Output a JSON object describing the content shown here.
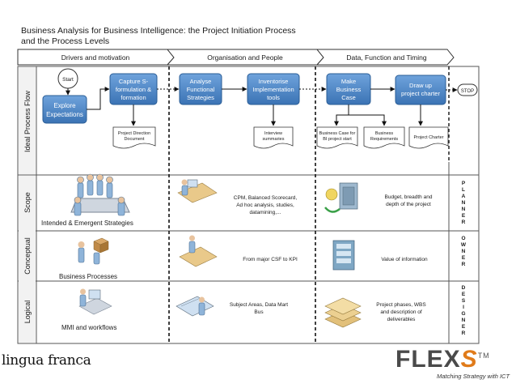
{
  "title": {
    "line1": "Business Analysis for Business Intelligence: the Project Initiation Process",
    "line2": "and the Process Levels"
  },
  "phases": [
    "Drivers and motivation",
    "Organisation and  People",
    "Data, Function and Timing"
  ],
  "rows": {
    "ideal": "Ideal Process Flow",
    "scope": "Scope",
    "conceptual": "Conceptual",
    "logical": "Logical"
  },
  "process": {
    "start": "Start",
    "explore": [
      "Explore",
      "Expectations"
    ],
    "capture": [
      "Capture S-",
      "formulation &",
      "formation"
    ],
    "analyse": [
      "Analyse",
      "Functional",
      "Strategies"
    ],
    "inventorise": [
      "Inventorise",
      "Implementation",
      "tools"
    ],
    "make_case": [
      "Make",
      "Business",
      "Case"
    ],
    "charter": [
      "Draw up",
      "project charter"
    ],
    "stop": "STOP"
  },
  "documents": {
    "direction": [
      "Project Direction",
      "Document"
    ],
    "interview": [
      "Interview",
      "summaries"
    ],
    "bcase": [
      "Business Case for",
      "BI project start"
    ],
    "requirements": [
      "Business",
      "Requirements"
    ],
    "charter": [
      "Project Charter"
    ]
  },
  "cells": {
    "scope_left": "Intended & Emergent Strategies",
    "scope_mid": [
      "CPM, Balanced Scorecard,",
      "Ad hoc analysis, studies,",
      "datamining,..."
    ],
    "scope_right": [
      "Budget, breadth and",
      "depth of the project"
    ],
    "concept_left": "Business Processes",
    "concept_mid": "From major CSF to KPI",
    "concept_right": "Value of information",
    "logical_left": "MMI and workflows",
    "logical_mid": [
      "Subject Areas, Data Mart",
      "Bus"
    ],
    "logical_right": [
      "Project phases, WBS",
      "and description of",
      "deliverables"
    ]
  },
  "roles": {
    "planner": [
      "P",
      "L",
      "A",
      "N",
      "N",
      "E",
      "R"
    ],
    "owner": [
      "O",
      "W",
      "N",
      "E",
      "R"
    ],
    "designer": [
      "D",
      "E",
      "S",
      "I",
      "G",
      "N",
      "E",
      "R"
    ]
  },
  "footer": {
    "left": "lingua franca",
    "logo_prefix": "FLEX",
    "logo_suffix": "S",
    "trademark": "TM",
    "tagline": "Matching Strategy with ICT"
  },
  "colors": {
    "process_fill": "#4a86c8",
    "process_stroke": "#2a5d96",
    "frame": "#555555",
    "dashed": "#111111"
  }
}
